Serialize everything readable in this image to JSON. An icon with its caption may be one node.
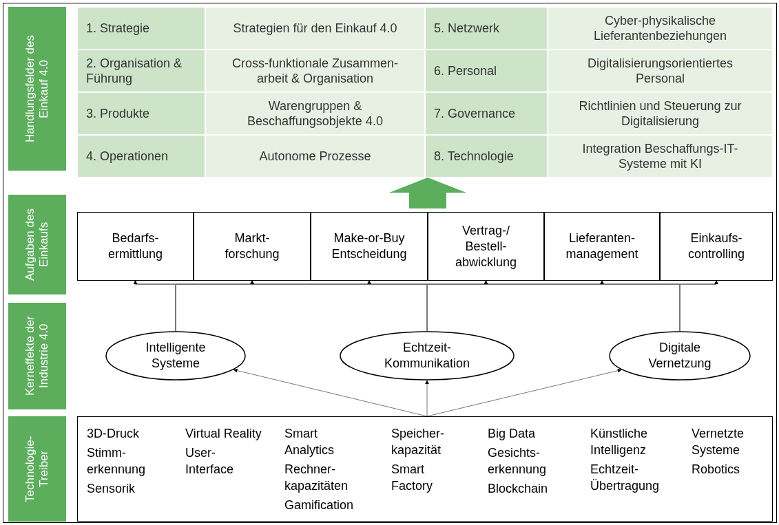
{
  "diagram": {
    "nodes": [
      {
        "text": [
          "Handlungsfelder des Einkauf 4.0"
        ]
      },
      {
        "text": [],
        "shape": "box"
      },
      {
        "text": [
          "1. Strategie"
        ],
        "in": 1
      },
      {
        "text": [
          "Strategien für den Einkauf 4.0"
        ],
        "in": 1
      },
      {
        "text": [
          "5. Netzwerk"
        ],
        "in": 1
      },
      {
        "text": [
          "Cyber-physikalische Lieferantenbeziehungen"
        ],
        "in": 1
      },
      {
        "text": [
          "2. Organisation & Führung"
        ],
        "in": 1
      },
      {
        "text": [
          "Cross-funktionale Zusammen- arbeit & Organisation"
        ],
        "in": 1
      },
      {
        "text": [
          "6. Personal"
        ],
        "in": 1
      },
      {
        "text": [
          "Digitalisierungsorientiertes Personal"
        ],
        "in": 1
      },
      {
        "text": [
          "3. Produkte"
        ],
        "in": 1
      },
      {
        "text": [
          "Warengruppen & Beschaffungsobjekte 4.0"
        ],
        "in": 1
      },
      {
        "text": [
          "7. Governance"
        ],
        "in": 1
      },
      {
        "text": [
          "Richtlinien und Steuerung zur Digitalisierung"
        ],
        "in": 1
      },
      {
        "text": [
          "4. Operationen"
        ],
        "in": 1
      },
      {
        "text": [
          "Autonome Prozesse"
        ],
        "in": 1
      },
      {
        "text": [
          "8. Technologie"
        ],
        "in": 1
      },
      {
        "text": [
          "Integration Beschaffungs-IT- Systeme mit KI"
        ],
        "in": 1
      },
      {
        "text": [
          "Aufgaben des Einkaufs"
        ]
      },
      {
        "text": [
          "Bedarfs- ermittlung"
        ]
      },
      {
        "text": [
          "Markt- forschung"
        ]
      },
      {
        "text": [
          "Make-or-Buy Entscheidung"
        ]
      },
      {
        "text": [
          "Vertrag-/ Bestell- abwicklung"
        ]
      },
      {
        "text": [
          "Lieferanten- management"
        ]
      },
      {
        "text": [
          "Einkaufs- controlling"
        ]
      },
      {
        "text": [
          "Kerneffekte der Industrie 4.0"
        ]
      },
      {
        "text": [
          "Intelligente Systeme"
        ]
      },
      {
        "text": [
          "Echtzeit- Kommunikation"
        ]
      },
      {
        "text": [
          "Digitale Vernetzung"
        ]
      },
      {
        "text": [
          "Technologie- Treiber"
        ]
      },
      {
        "text": [
          "3D-Druck",
          "Stimm- erkennung",
          "Sensorik",
          "Virtual Reality",
          "User- Interface",
          "Smart Analytics",
          "Rechner- kapazitäten",
          "Gamification",
          "Speicher- kapazität",
          "Smart Factory",
          "Big Data",
          "Gesichts- erkennung",
          "Blockchain",
          "Künstliche Intelligenz",
          "Echtzeit- Übertragung",
          "Vernetzte Systeme",
          "Robotics"
        ]
      }
    ],
    "edges": [
      {
        "from": 30,
        "to": 26,
        "arrow": "to"
      },
      {
        "from": 30,
        "to": 27,
        "arrow": "to"
      },
      {
        "from": 30,
        "to": 28,
        "arrow": "to"
      },
      {
        "from": 26,
        "to": 19,
        "arrow": "to"
      },
      {
        "from": 26,
        "to": 20,
        "arrow": "to"
      },
      {
        "from": 26,
        "to": 21,
        "arrow": "to"
      },
      {
        "from": 26,
        "to": 22,
        "arrow": "to"
      },
      {
        "from": 26,
        "to": 23,
        "arrow": "to"
      },
      {
        "from": 26,
        "to": 24,
        "arrow": "to"
      },
      {
        "from": 27,
        "to": 19,
        "arrow": "to"
      },
      {
        "from": 27,
        "to": 20,
        "arrow": "to"
      },
      {
        "from": 27,
        "to": 21,
        "arrow": "to"
      },
      {
        "from": 27,
        "to": 22,
        "arrow": "to"
      },
      {
        "from": 27,
        "to": 23,
        "arrow": "to"
      },
      {
        "from": 27,
        "to": 24,
        "arrow": "to"
      },
      {
        "from": 28,
        "to": 19,
        "arrow": "to"
      },
      {
        "from": 28,
        "to": 20,
        "arrow": "to"
      },
      {
        "from": 28,
        "to": 21,
        "arrow": "to"
      },
      {
        "from": 28,
        "to": 22,
        "arrow": "to"
      },
      {
        "from": 28,
        "to": 23,
        "arrow": "to"
      },
      {
        "from": 28,
        "to": 24,
        "arrow": "to"
      },
      {
        "from": null,
        "to": 1,
        "arrow": "to",
        "style": "thick",
        "color": "#5cad5c"
      }
    ]
  }
}
